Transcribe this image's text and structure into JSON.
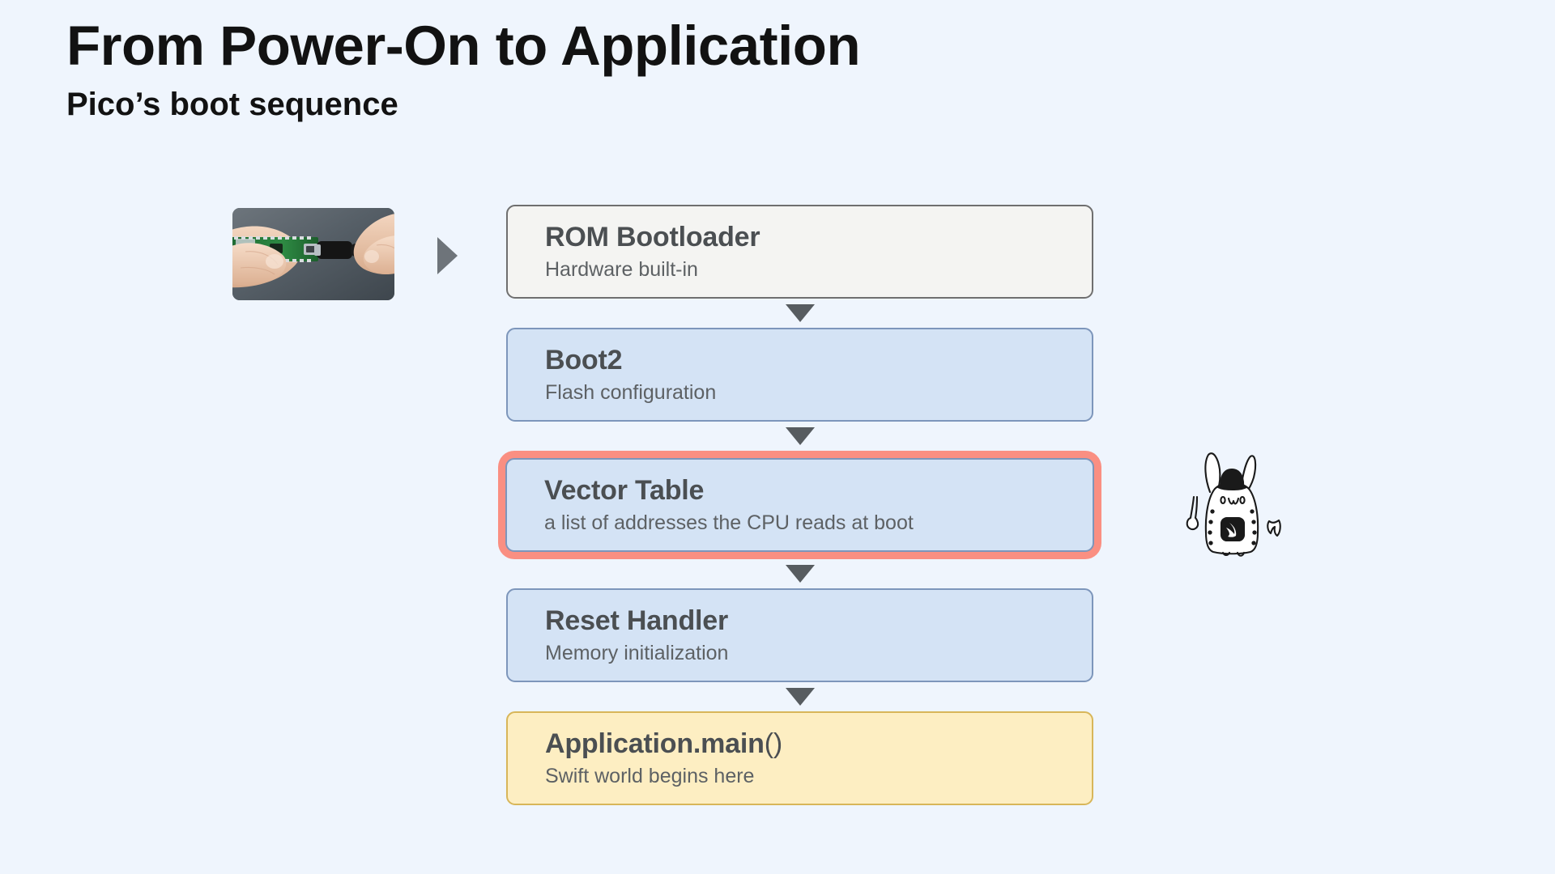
{
  "slide": {
    "title": "From Power-On to Application",
    "subtitle": "Pico’s boot sequence",
    "background_color": "#eff5fd"
  },
  "media": {
    "photo": {
      "name": "pico-usb-photo",
      "description": "Hands plugging a USB cable into a Raspberry Pi Pico board"
    },
    "play_marker": {
      "name": "play-triangle-icon",
      "color": "#6e747a"
    },
    "mascot": {
      "name": "swift-bunny-mascot",
      "description": "Hand-drawn bunny character with owo face wearing a hat and a Swift logo badge"
    }
  },
  "flow": {
    "connector_color": "#575c60",
    "highlight_color": "#fa8f82",
    "steps": [
      {
        "title": "ROM Bootloader",
        "subtitle": "Hardware built-in",
        "style": "rom",
        "fill": "#f4f4f2",
        "border": "#6f6f6f",
        "highlighted": false
      },
      {
        "title": "Boot2",
        "subtitle": "Flash configuration",
        "style": "blue",
        "fill": "#d4e3f5",
        "border": "#7d96bb",
        "highlighted": false
      },
      {
        "title": "Vector Table",
        "subtitle": "a list of addresses the CPU reads at boot",
        "style": "blue",
        "fill": "#d4e3f5",
        "border": "#7d96bb",
        "highlighted": true
      },
      {
        "title": "Reset Handler",
        "subtitle": "Memory initialization",
        "style": "blue",
        "fill": "#d4e3f5",
        "border": "#7d96bb",
        "highlighted": false
      },
      {
        "title": "Application.main",
        "title_suffix": "()",
        "subtitle": "Swift world begins here",
        "style": "yellow",
        "fill": "#fdeec2",
        "border": "#d8b659",
        "highlighted": false
      }
    ]
  }
}
